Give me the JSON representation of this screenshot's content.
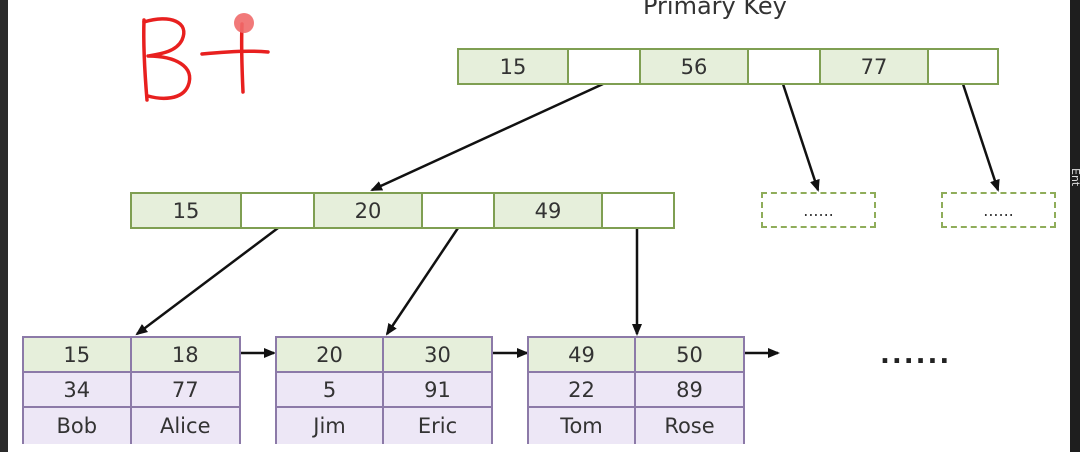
{
  "title": "Primary Key",
  "annotation": "B+",
  "side_text": "Ent",
  "colors": {
    "key_fill": "#e6efdb",
    "node_border": "#7f9f52",
    "leaf_border": "#8c7aa8",
    "row_fill": "#ede7f6",
    "annotation": "#e8201f",
    "cursor_dot": "#f06a6a"
  },
  "root_node": {
    "keys": [
      "15",
      "56",
      "77"
    ]
  },
  "internal_node": {
    "keys": [
      "15",
      "20",
      "49"
    ]
  },
  "placeholder_nodes": [
    "......",
    "......"
  ],
  "leaves": [
    {
      "keys": [
        "15",
        "18"
      ],
      "values": [
        "34",
        "77"
      ],
      "names": [
        "Bob",
        "Alice"
      ]
    },
    {
      "keys": [
        "20",
        "30"
      ],
      "values": [
        "5",
        "91"
      ],
      "names": [
        "Jim",
        "Eric"
      ]
    },
    {
      "keys": [
        "49",
        "50"
      ],
      "values": [
        "22",
        "89"
      ],
      "names": [
        "Tom",
        "Rose"
      ]
    }
  ],
  "continuation": "......"
}
